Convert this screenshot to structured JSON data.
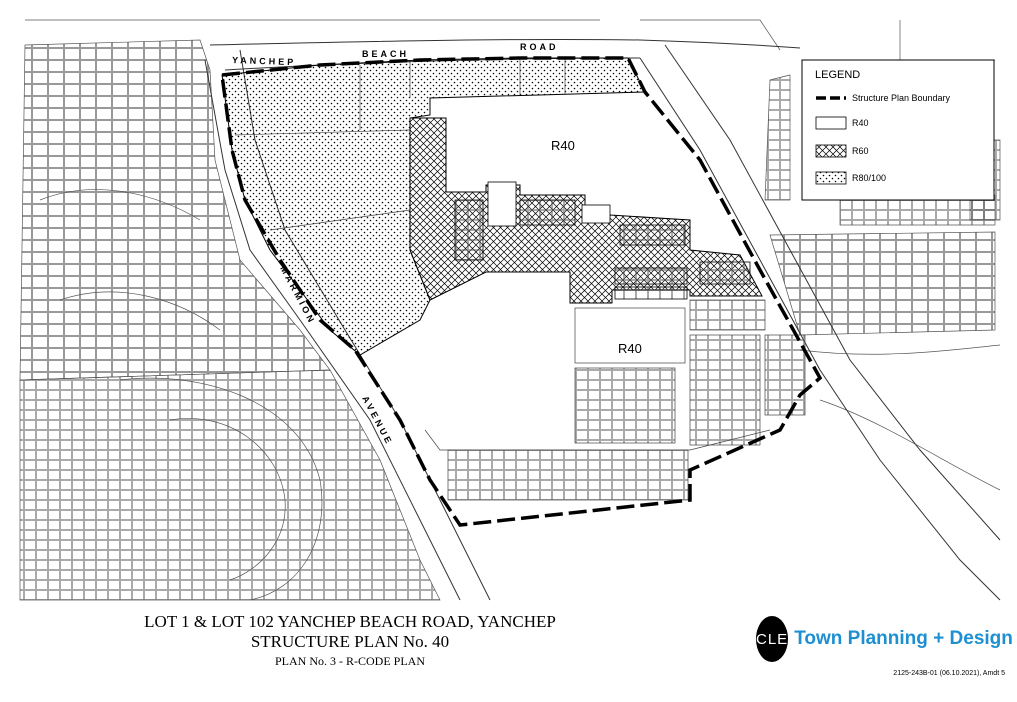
{
  "roads": {
    "yanchep": "YANCHEP",
    "beach": "BEACH",
    "road": "ROAD",
    "marmion": "MARMION",
    "avenue": "AVENUE"
  },
  "zones": {
    "r40_north": "R40",
    "r40_south": "R40"
  },
  "legend": {
    "title": "LEGEND",
    "items": [
      {
        "label": "Structure Plan Boundary",
        "symbol": "dashed-boundary"
      },
      {
        "label": "R40",
        "symbol": "blank"
      },
      {
        "label": "R60",
        "symbol": "crosshatch"
      },
      {
        "label": "R80/100",
        "symbol": "dots"
      }
    ]
  },
  "title_block": {
    "line1": "LOT 1 & LOT 102 YANCHEP BEACH ROAD, YANCHEP",
    "line2": "STRUCTURE PLAN No. 40",
    "line3": "PLAN No. 3 - R-CODE PLAN"
  },
  "logo": {
    "mark": "CLE",
    "text": "Town Planning + Design",
    "color": "#1e90d2"
  },
  "reference": "2125-243B-01 (06.10.2021), Amdt 5"
}
